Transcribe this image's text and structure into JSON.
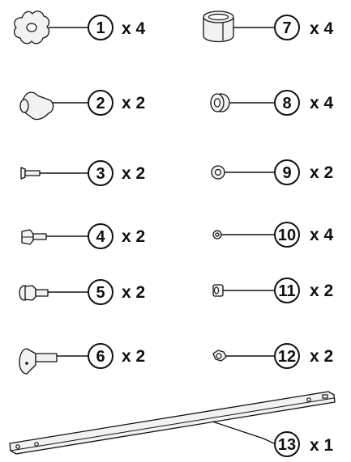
{
  "parts": [
    {
      "number": "1",
      "qty": "x 4",
      "icon": "star-knob-icon"
    },
    {
      "number": "2",
      "qty": "x 2",
      "icon": "wing-knob-icon"
    },
    {
      "number": "3",
      "qty": "x 2",
      "icon": "flat-head-bolt-icon"
    },
    {
      "number": "4",
      "qty": "x 2",
      "icon": "hex-bolt-icon"
    },
    {
      "number": "5",
      "qty": "x 2",
      "icon": "flanged-hex-bolt-icon"
    },
    {
      "number": "6",
      "qty": "x 2",
      "icon": "carriage-bolt-icon"
    },
    {
      "number": "7",
      "qty": "x 4",
      "icon": "split-sleeve-icon"
    },
    {
      "number": "8",
      "qty": "x 4",
      "icon": "spacer-icon"
    },
    {
      "number": "9",
      "qty": "x 2",
      "icon": "large-washer-icon"
    },
    {
      "number": "10",
      "qty": "x 4",
      "icon": "small-washer-icon"
    },
    {
      "number": "11",
      "qty": "x 2",
      "icon": "lock-nut-icon"
    },
    {
      "number": "12",
      "qty": "x 2",
      "icon": "hex-nut-icon"
    },
    {
      "number": "13",
      "qty": "x 1",
      "icon": "flat-bar-icon"
    }
  ]
}
